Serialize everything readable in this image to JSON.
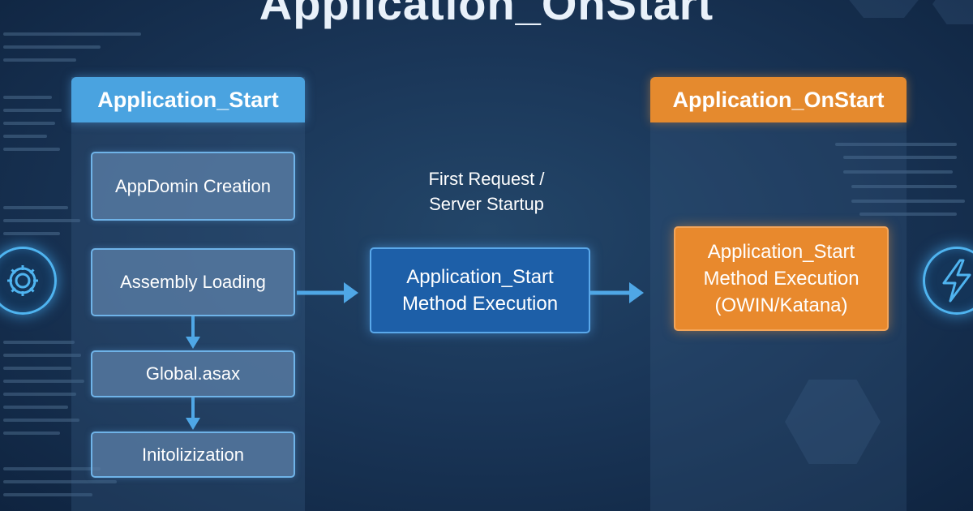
{
  "title": "Application_OnStart",
  "left_column": {
    "header": "Application_Start",
    "steps": [
      "AppDomin Creation",
      "Assembly Loading",
      "Global.asax",
      "Initolizization"
    ]
  },
  "middle": {
    "request_label_line1": "First Request /",
    "request_label_line2": "Server Startup",
    "box_line1": "Application_Start",
    "box_line2": "Method Execution"
  },
  "right_column": {
    "header": "Application_OnStart",
    "box_line1": "Application_Start",
    "box_line2": "Method Execution",
    "box_line3": "(OWIN/Katana)"
  },
  "icons": {
    "left": "gear-icon",
    "right": "lightning-bolt-icon"
  },
  "colors": {
    "blue_accent": "#4aa3e0",
    "orange_accent": "#e58a2e",
    "center_box": "#1d5fa8",
    "background": "#1a3658"
  }
}
